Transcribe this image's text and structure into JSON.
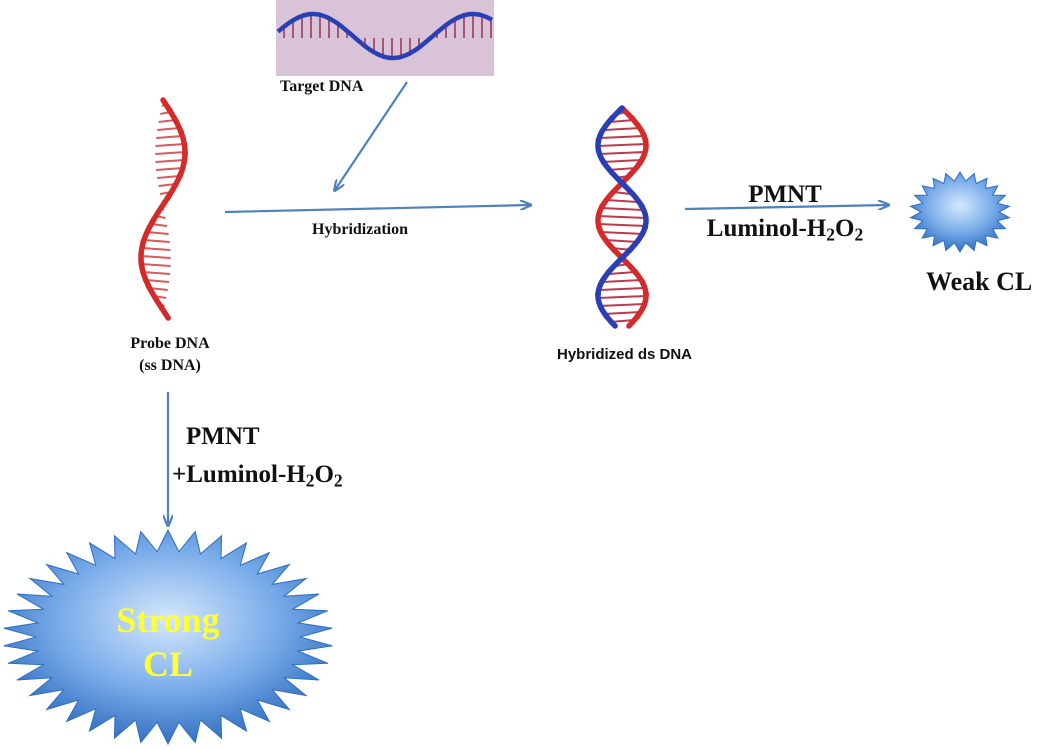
{
  "labels": {
    "target_dna": "Target DNA",
    "hybridization": "Hybridization",
    "probe_dna": "Probe DNA",
    "probe_dna_sub": "(ss DNA)",
    "hybridized_ds_dna": "Hybridized ds DNA",
    "weak_cl": "Weak CL",
    "strong_cl_line1": "Strong",
    "strong_cl_line2": "CL"
  },
  "reagents": {
    "right_pmnt": "PMNT",
    "right_luminol": "Luminol-H",
    "right_sub_2a": "2",
    "right_o": "O",
    "right_sub_2b": "2",
    "down_pmnt": "PMNT",
    "down_luminol": "+Luminol-H",
    "down_sub_2a": "2",
    "down_o": "O",
    "down_sub_2b": "2"
  },
  "colors": {
    "arrow": "#4f81bd",
    "probe_strand": "#d42a2a",
    "target_strand": "#2b3fb5",
    "target_panel_bg": "#d8c3d8",
    "burst_light": "#cfe3fb",
    "burst_dark": "#2f6fc0",
    "strong_text": "#ffff33"
  }
}
